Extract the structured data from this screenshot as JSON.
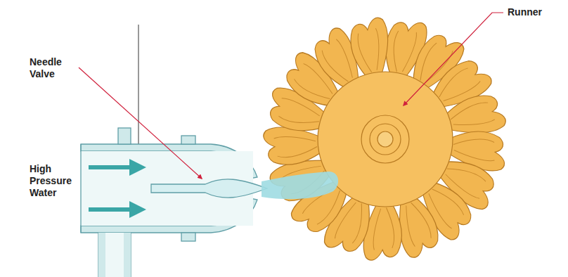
{
  "diagram": {
    "labels": [
      "Runner",
      "Needle Valve",
      "High Pressure Water"
    ]
  }
}
